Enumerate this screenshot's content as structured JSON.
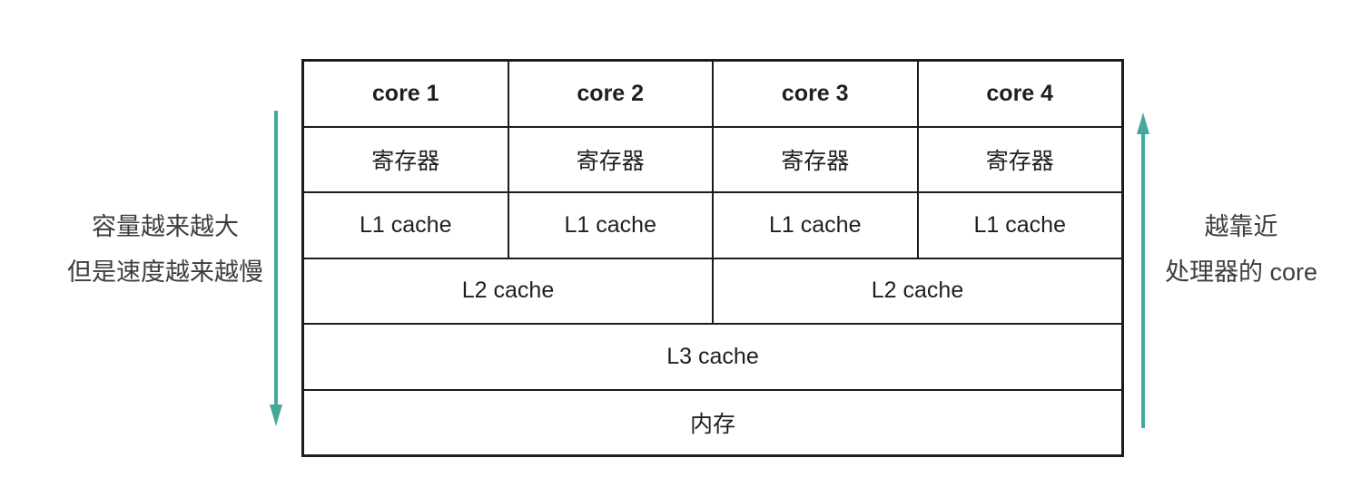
{
  "annotations": {
    "left": {
      "line1": "容量越来越大",
      "line2": "但是速度越来越慢",
      "arrow_direction": "down"
    },
    "right": {
      "line1": "越靠近",
      "line2": "处理器的 core",
      "arrow_direction": "up"
    }
  },
  "hierarchy": {
    "cores": [
      "core 1",
      "core 2",
      "core 3",
      "core 4"
    ],
    "registers": [
      "寄存器",
      "寄存器",
      "寄存器",
      "寄存器"
    ],
    "l1": [
      "L1 cache",
      "L1 cache",
      "L1 cache",
      "L1 cache"
    ],
    "l2": [
      "L2 cache",
      "L2 cache"
    ],
    "l3": "L3 cache",
    "memory": "内存"
  },
  "colors": {
    "arrow": "#45A99A",
    "border": "#1C1C1C",
    "table_text": "#1F1F1F",
    "annotation_text": "#3D3D3D"
  }
}
